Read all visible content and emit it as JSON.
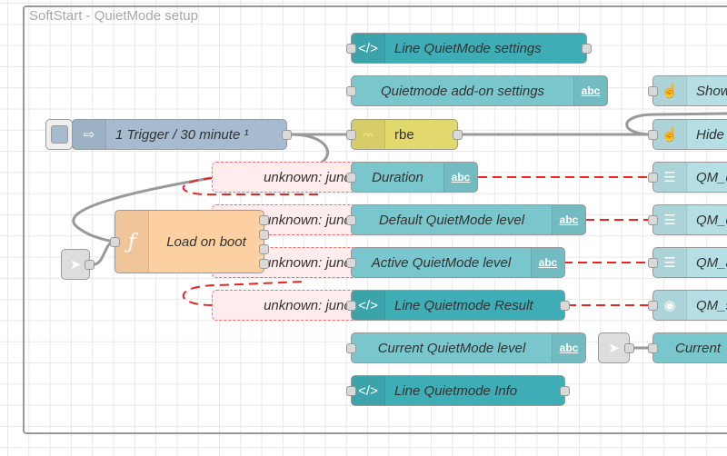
{
  "group": {
    "label": "SoftStart - QuietMode setup"
  },
  "nodes": {
    "line_settings": {
      "label": "Line QuietMode settings",
      "icon": "code-icon"
    },
    "addon_settings": {
      "label": "Quietmode add-on settings",
      "icon": "abc"
    },
    "trigger": {
      "label": "1 Trigger / 30 minute ¹",
      "icon": "arrow-right-icon"
    },
    "rbe": {
      "label": "rbe",
      "icon": "rbe-icon"
    },
    "duration": {
      "label": "Duration",
      "icon": "abc"
    },
    "default_level": {
      "label": "Default QuietMode level",
      "icon": "abc"
    },
    "active_level": {
      "label": "Active QuietMode level",
      "icon": "abc"
    },
    "line_result": {
      "label": "Line Quietmode Result",
      "icon": "code-icon"
    },
    "current_level": {
      "label": "Current QuietMode level",
      "icon": "abc"
    },
    "line_info": {
      "label": "Line Quietmode Info",
      "icon": "code-icon"
    },
    "load_on_boot": {
      "label": "Load on boot",
      "icon": "function-icon"
    },
    "show": {
      "label": "Show",
      "icon": "hand-icon"
    },
    "hide": {
      "label": "Hide",
      "icon": "hand-icon"
    },
    "qm_d": {
      "label": "QM_d",
      "icon": "list-icon"
    },
    "qm_de": {
      "label": "QM_d",
      "icon": "list-icon"
    },
    "qm_a": {
      "label": "QM_a",
      "icon": "list-icon"
    },
    "qm_s": {
      "label": "QM_s",
      "icon": "switch-icon"
    },
    "current_right": {
      "label": "Current"
    }
  },
  "unknown_nodes": [
    {
      "label": "unknown: junc"
    },
    {
      "label": "unknown: junc"
    },
    {
      "label": "unknown: junc"
    },
    {
      "label": "unknown: junc"
    }
  ],
  "colors": {
    "wire": "#999999",
    "broken_wire": "#ee2222",
    "teal_dark": "#3fadb5",
    "teal_light": "#79c7cc",
    "inject": "#a6bbcf",
    "function": "#fdd0a2",
    "rbe": "#e2d96e"
  }
}
